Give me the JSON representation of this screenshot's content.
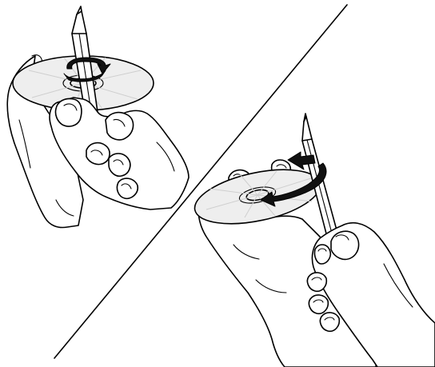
{
  "figure": {
    "panels": [
      {
        "id": "left",
        "elements": [
          "hands",
          "disc",
          "pencil",
          "rotation-arrow"
        ]
      },
      {
        "id": "right",
        "elements": [
          "hands",
          "disc",
          "pencil",
          "rotation-arrow",
          "direction-arrow"
        ]
      }
    ],
    "colors": {
      "ink": "#000000",
      "background": "#ffffff",
      "disc_fill": "#eeeeee",
      "disc_shine": "#cfcfcf",
      "arrow_fill": "#111111"
    }
  }
}
